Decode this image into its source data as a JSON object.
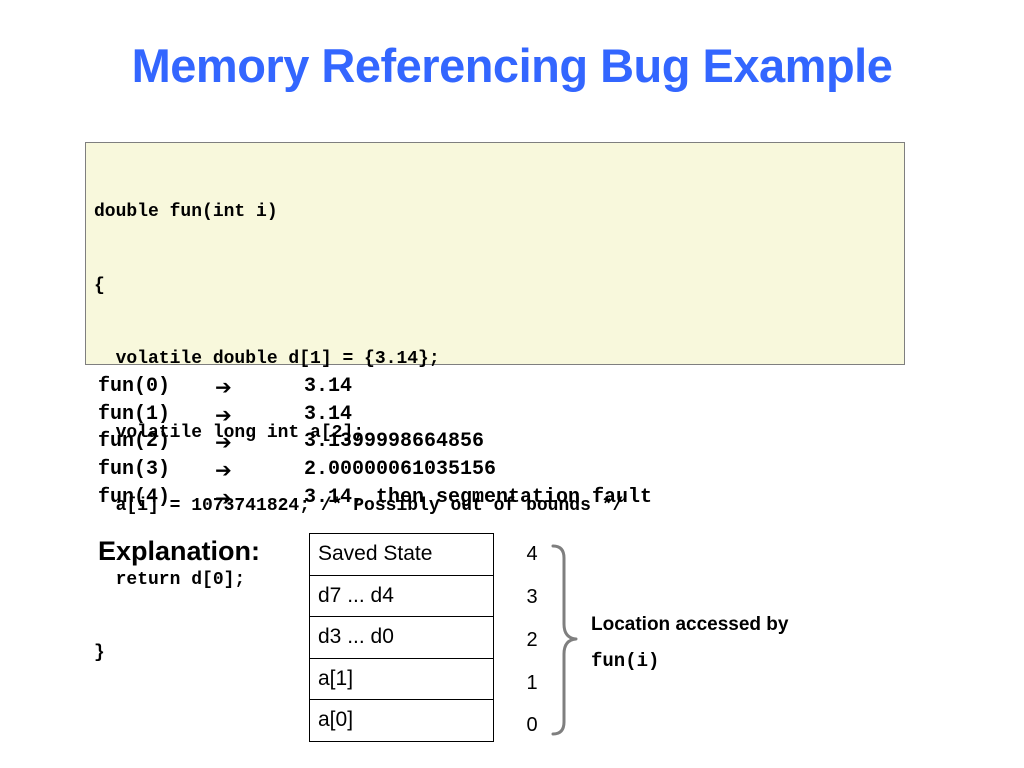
{
  "title": "Memory Referencing Bug Example",
  "code": [
    "double fun(int i)",
    "{",
    "  volatile double d[1] = {3.14};",
    "  volatile long int a[2];",
    "  a[i] = 1073741824; /* Possibly out of bounds */",
    "  return d[0];",
    "}"
  ],
  "results": [
    {
      "call": "fun(0)",
      "arrow": "➔",
      "value": "3.14"
    },
    {
      "call": "fun(1)",
      "arrow": "➔",
      "value": "3.14"
    },
    {
      "call": "fun(2)",
      "arrow": "➔",
      "value": "3.1399998664856"
    },
    {
      "call": "fun(3)",
      "arrow": "➔",
      "value": "2.00000061035156"
    },
    {
      "call": "fun(4)",
      "arrow": "➔",
      "value": "3.14, then segmentation fault"
    }
  ],
  "explanation_label": "Explanation:",
  "stack": [
    {
      "label": "Saved State",
      "index": "4"
    },
    {
      "label": "d7 ... d4",
      "index": "3"
    },
    {
      "label": "d3 ... d0",
      "index": "2"
    },
    {
      "label": "a[1]",
      "index": "1"
    },
    {
      "label": "a[0]",
      "index": "0"
    }
  ],
  "location_label": "Location accessed by",
  "location_code": "fun(i)",
  "colors": {
    "title": "#3366ff",
    "code_background": "#f8f8dc",
    "brace": "#7f7f7f"
  },
  "icons": {
    "arrow": "right-arrow-icon",
    "brace": "right-curly-brace-icon"
  }
}
